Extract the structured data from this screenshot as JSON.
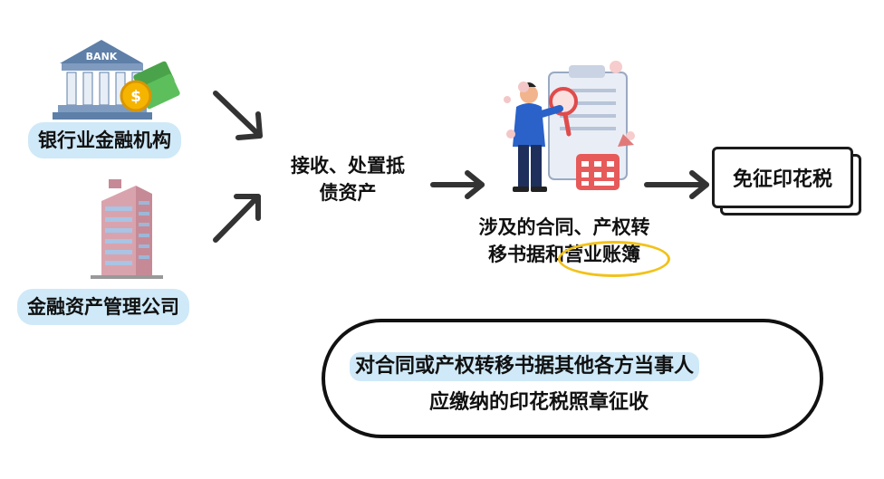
{
  "nodes": {
    "bank": "银行业金融机构",
    "amc": "金融资产管理公司",
    "receive_line1": "接收、处置抵",
    "receive_line2": "债资产",
    "contracts_line1": "涉及的合同、产权转",
    "contracts_line2_a": "移书据和",
    "contracts_line2_b": "营业账簿",
    "result": "免征印花税",
    "note_line1": "对合同或产权转移书据其他各方当事人",
    "note_line2": "应缴纳的印花税照章征收"
  },
  "icons": {
    "bank_sign": "BANK"
  },
  "colors": {
    "highlight_blue": "#cfe9f8",
    "highlight_yellow": "#f2c21a",
    "arrow": "#333333"
  }
}
